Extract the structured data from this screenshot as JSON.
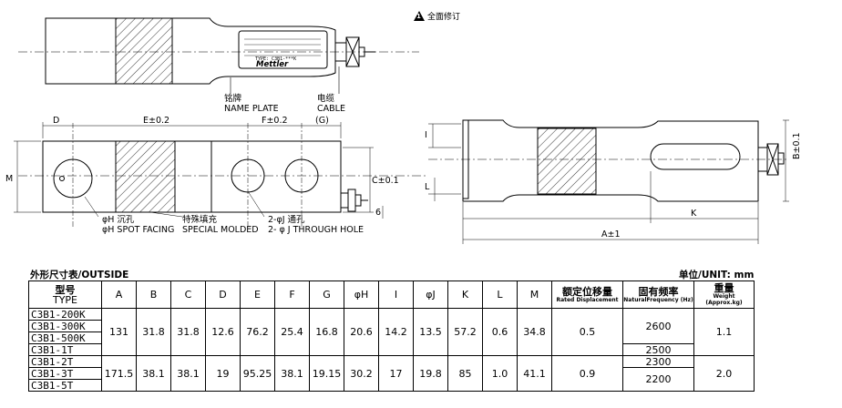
{
  "revision_note": "全面修订",
  "revision_mark": "1",
  "nameplate": {
    "type_line": "TYPE: C3B1-***K",
    "brand": "Mettler"
  },
  "labels": {
    "name_plate_cn": "铭牌",
    "name_plate_en": "NAME PLATE",
    "cable_cn": "电缆",
    "cable_en": "CABLE",
    "dim_d": "D",
    "dim_e": "E±0.2",
    "dim_f": "F±0.2",
    "dim_g": "(G)",
    "dim_m": "M",
    "dim_c": "C±0.1",
    "dim_6": "6",
    "dim_i": "I",
    "dim_l": "L",
    "dim_k": "K",
    "dim_a": "A±1",
    "dim_b": "B±0.1",
    "h_spot_cn": "φH 沉孔",
    "h_spot_en": "φH SPOT FACING",
    "special_cn": "特殊填充",
    "special_en": "SPECIAL MOLDED",
    "j_hole_cn": "2-φJ 通孔",
    "j_hole_en": "2- φ J THROUGH HOLE"
  },
  "table": {
    "title": "外形尺寸表/OUTSIDE",
    "unit": "单位/UNIT: mm",
    "headers": [
      {
        "cn": "型号",
        "en": "TYPE"
      },
      {
        "cn": "A"
      },
      {
        "cn": "B"
      },
      {
        "cn": "C"
      },
      {
        "cn": "D"
      },
      {
        "cn": "E"
      },
      {
        "cn": "F"
      },
      {
        "cn": "G"
      },
      {
        "cn": "φH"
      },
      {
        "cn": "I"
      },
      {
        "cn": "φJ"
      },
      {
        "cn": "K"
      },
      {
        "cn": "L"
      },
      {
        "cn": "M"
      },
      {
        "cn": "额定位移量",
        "en": "Rated Displacement"
      },
      {
        "cn": "固有频率",
        "en": "NaturalFrequency (Hz)"
      },
      {
        "cn": "重量",
        "en": "Weight (Approx.kg)"
      }
    ],
    "types": [
      "C3B1-200K",
      "C3B1-300K",
      "C3B1-500K",
      "C3B1-1T",
      "C3B1-2T",
      "C3B1-3T",
      "C3B1-5T"
    ],
    "group1": {
      "A": "131",
      "B": "31.8",
      "C": "31.8",
      "D": "12.6",
      "E": "76.2",
      "F": "25.4",
      "G": "16.8",
      "H": "20.6",
      "I": "14.2",
      "J": "13.5",
      "K": "57.2",
      "L": "0.6",
      "M": "34.8",
      "disp": "0.5",
      "freq_a": "2600",
      "freq_b": "2500",
      "weight": "1.1"
    },
    "group2": {
      "A": "171.5",
      "B": "38.1",
      "C": "38.1",
      "D": "19",
      "E": "95.25",
      "F": "38.1",
      "G": "19.15",
      "H": "30.2",
      "I": "17",
      "J": "19.8",
      "K": "85",
      "L": "1.0",
      "M": "41.1",
      "disp": "0.9",
      "freq_a": "2300",
      "freq_b": "2200",
      "weight": "2.0"
    }
  }
}
